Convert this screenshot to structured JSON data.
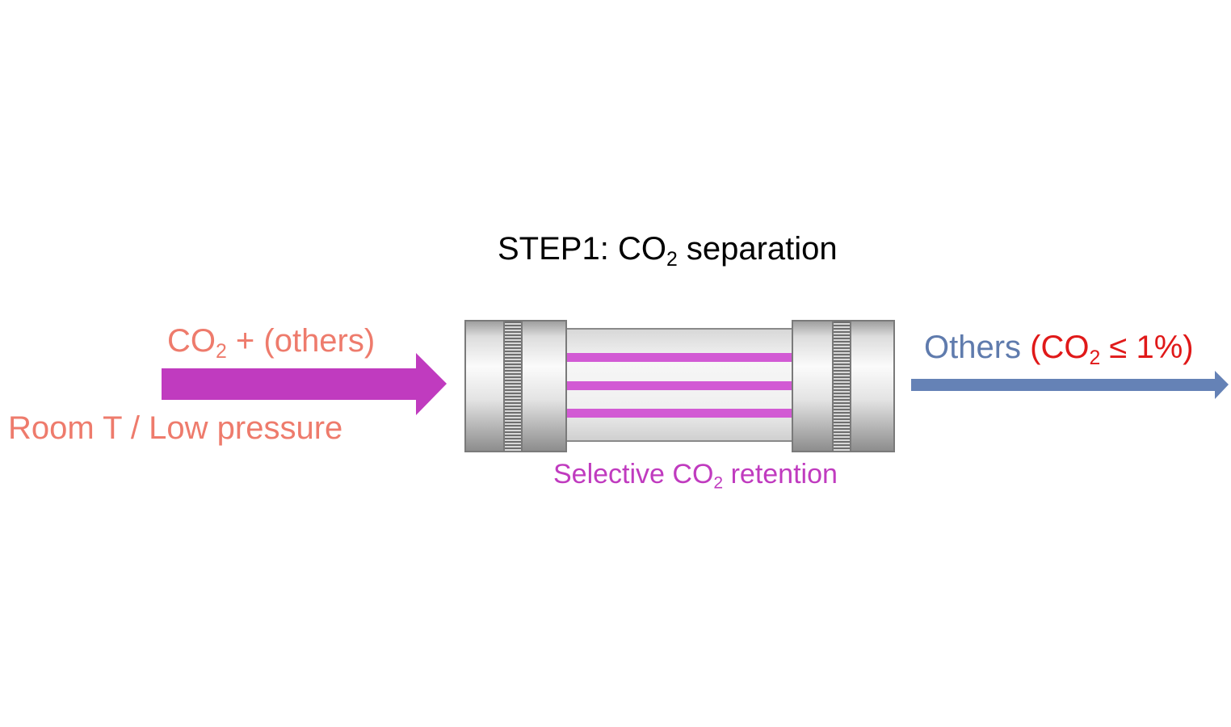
{
  "colors": {
    "inlet_text": "#ee7b6c",
    "inlet_arrow": "#c03bbf",
    "retention_stripe": "#d25ad4",
    "retention_text": "#c03bbf",
    "outlet_text": "#5f7bad",
    "outlet_arrow": "#6582b6",
    "outlet_highlight": "#e01919",
    "title": "#000000"
  },
  "title": {
    "prefix": "STEP1: CO",
    "sub": "2",
    "suffix": " separation"
  },
  "inlet": {
    "line1_prefix": "CO",
    "line1_sub": "2",
    "line1_suffix": " + (others)",
    "line2": "Room T / Low pressure"
  },
  "column": {
    "stripe_count": 3,
    "label_prefix": "Selective CO",
    "label_sub": "2",
    "label_suffix": " retention"
  },
  "outlet": {
    "name": "Others ",
    "paren_prefix": "(CO",
    "paren_sub": "2",
    "paren_suffix": " ≤ 1%)"
  }
}
